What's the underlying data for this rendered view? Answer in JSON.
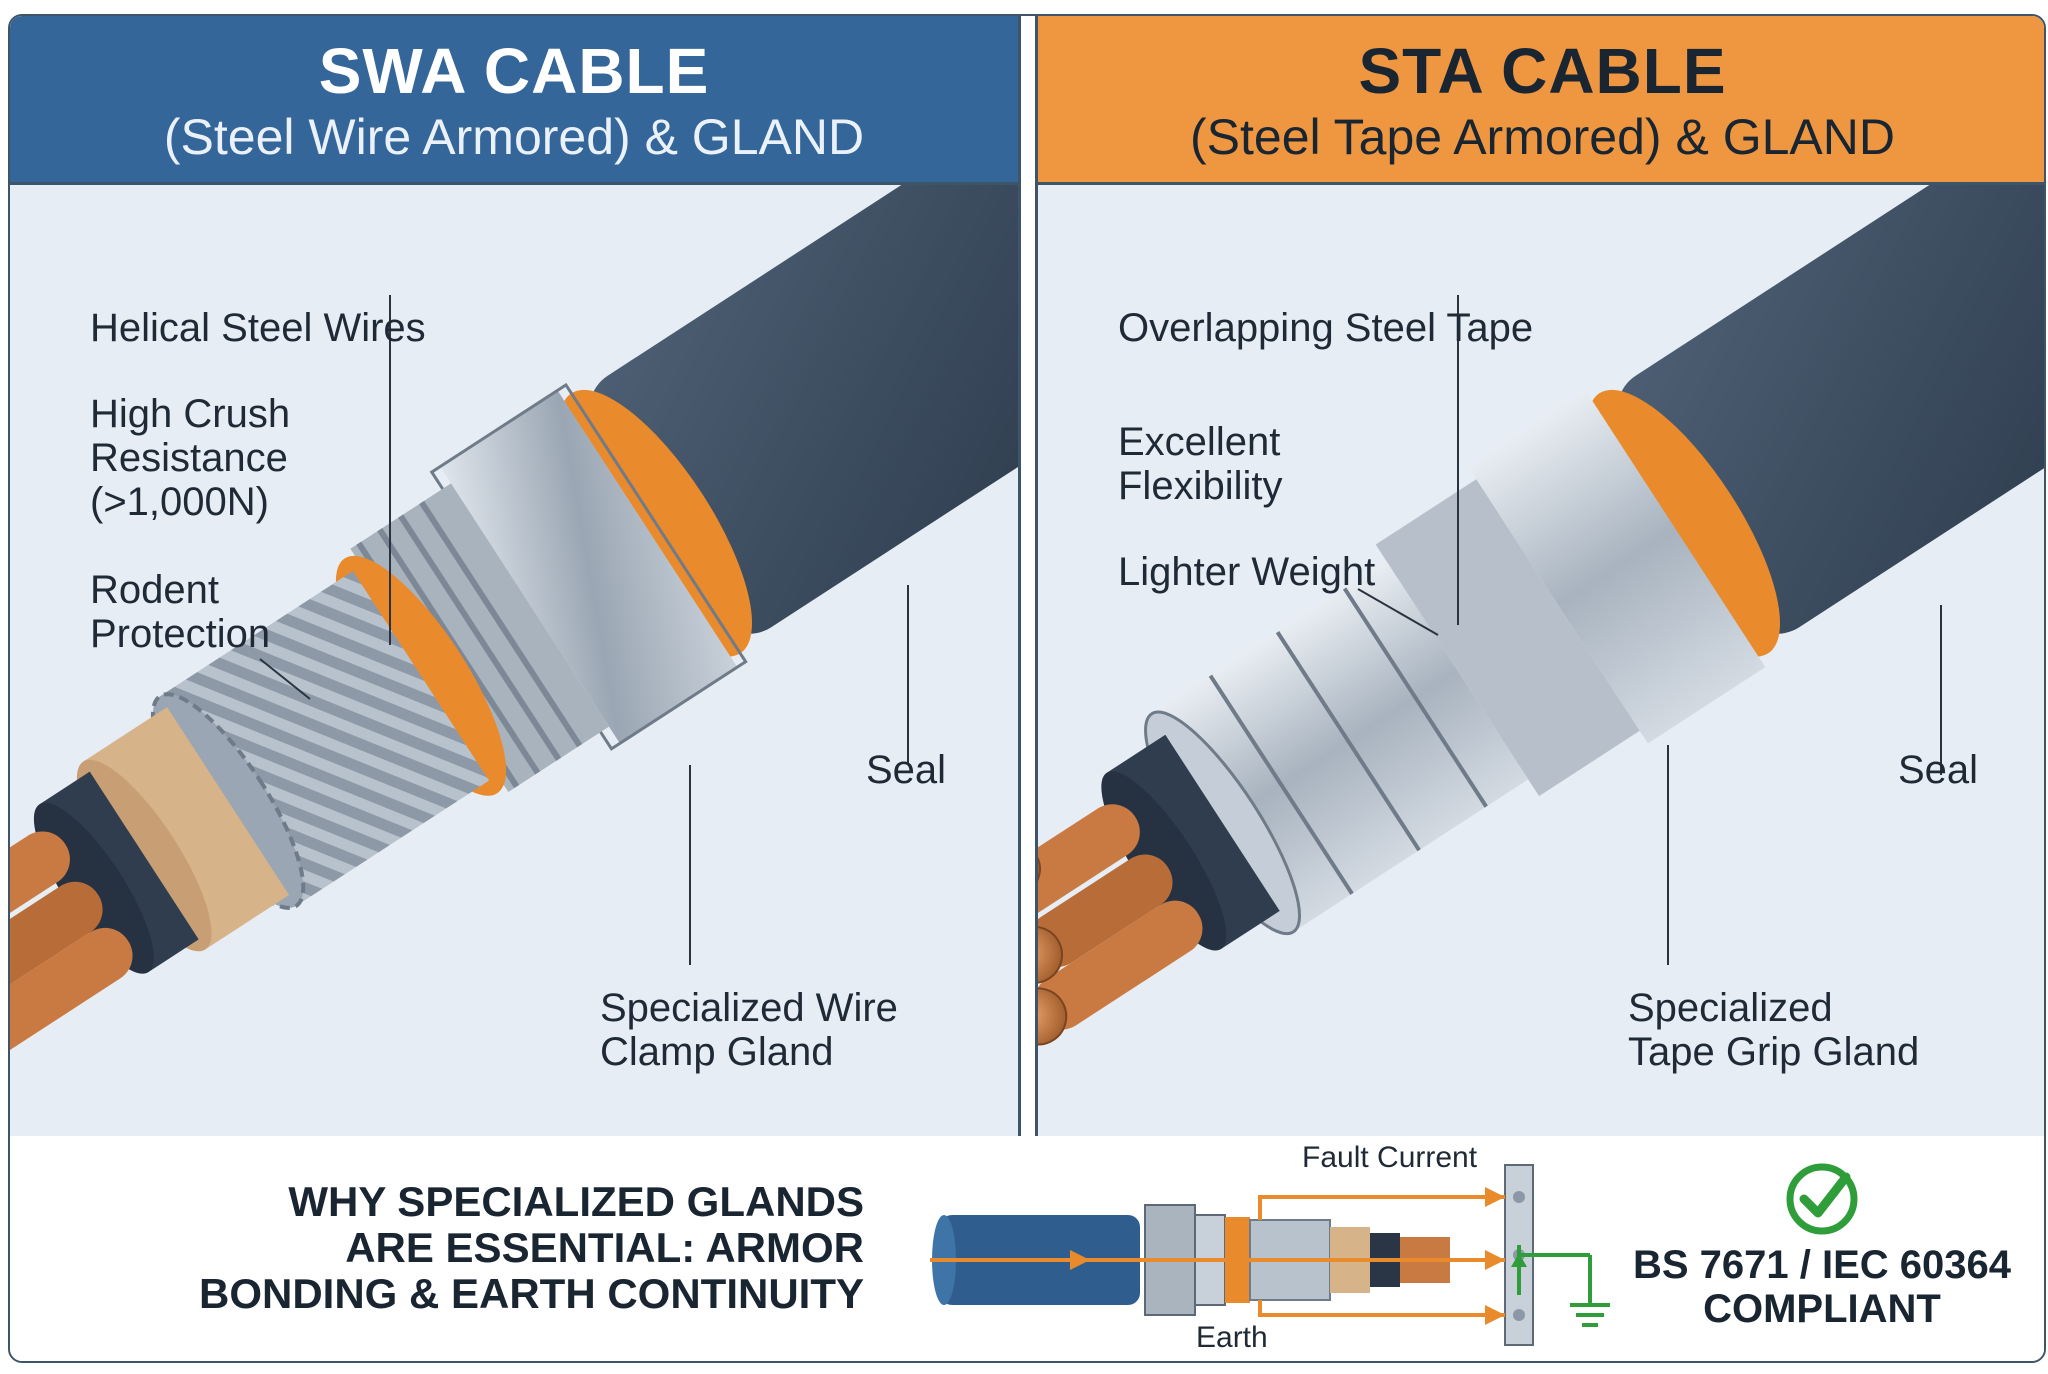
{
  "swa": {
    "title": "SWA CABLE",
    "subtitle": "(Steel Wire Armored) & GLAND",
    "labels": {
      "helical": "Helical Steel Wires",
      "crush": "High Crush\nResistance\n(>1,000N)",
      "rodent": "Rodent\nProtection",
      "seal": "Seal",
      "gland": "Specialized Wire\nClamp Gland"
    }
  },
  "sta": {
    "title": "STA CABLE",
    "subtitle": "(Steel Tape Armored) & GLAND",
    "labels": {
      "tape": "Overlapping Steel Tape",
      "flex": "Excellent\nFlexibility",
      "weight": "Lighter Weight",
      "seal": "Seal",
      "gland": "Specialized\nTape Grip Gland"
    }
  },
  "bottom": {
    "why": "WHY SPECIALIZED GLANDS\nARE ESSENTIAL: ARMOR\nBONDING & EARTH CONTINUITY",
    "fault_current": "Fault Current",
    "earth": "Earth",
    "compliance": "BS 7671 / IEC 60364\nCOMPLIANT"
  },
  "colors": {
    "swa_header": "#34669a",
    "sta_header": "#ee9640",
    "panel_bg": "#e6edf4",
    "copper": "#c97a42",
    "orange_seal": "#e98a2c",
    "jacket": "#3a4a5e",
    "check_green": "#2e9d3a"
  },
  "icons": [
    "checkmark-icon",
    "earth-ground-icon"
  ]
}
